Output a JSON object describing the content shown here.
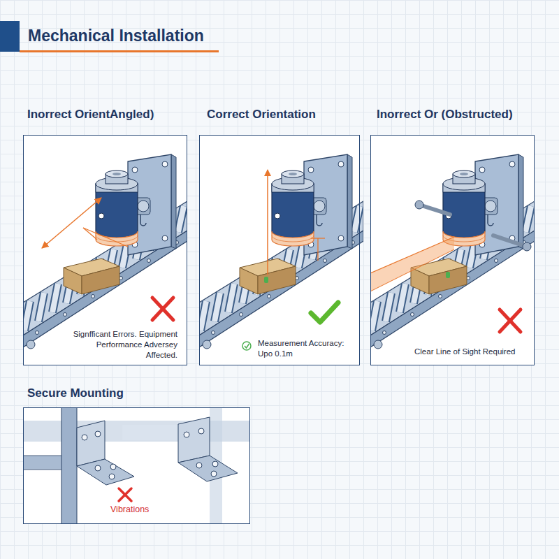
{
  "diagram": {
    "title": "Mechanical Installation",
    "nodes": [
      {
        "text": [
          "Inorrect OrientAngled)",
          "Signfficant Errors. Equipment Performance Adversey Affected."
        ]
      },
      {
        "text": [
          "Correct Orientation",
          "Measurement Accuracy: Upo 0.1m"
        ]
      },
      {
        "text": [
          "Inorrect Or (Obstructed)",
          "Clear Line of Sight Required"
        ]
      },
      {
        "text": [
          "Secure Mounting",
          "Vibrations"
        ]
      }
    ]
  }
}
